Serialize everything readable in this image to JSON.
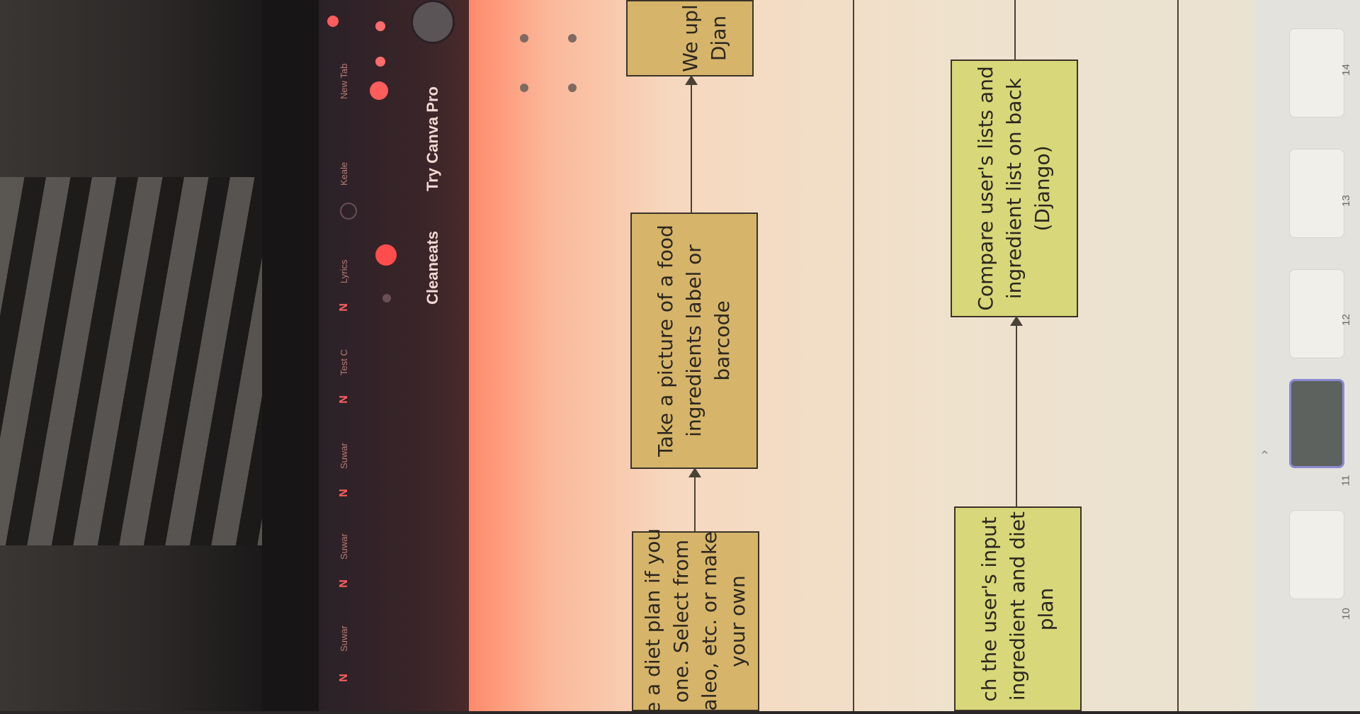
{
  "browser": {
    "tabs": [
      "Suwar",
      "Suwar",
      "Suwar",
      "Test C",
      "Lyrics",
      "Keale",
      "New Tab"
    ],
    "tab_prefix": "N"
  },
  "canva": {
    "project_name": "Cleaneats",
    "pro_button": "Try Canva Pro"
  },
  "diagram": {
    "row1": [
      "e a diet plan if you\none. Select from\naleo, etc. or make\nyour own",
      "Take a picture of a food\ningredients label or\nbarcode",
      "We upl\nDjan"
    ],
    "row2": [
      "ch the user's input\n ingredient and diet\nplan",
      "Compare user's lists and\ningredient list on back\n(Django)"
    ]
  },
  "pages": {
    "numbers": [
      "10",
      "11",
      "12",
      "13",
      "14"
    ],
    "active": "11"
  },
  "colors": {
    "box_tan": "#d6b56a",
    "box_green": "#d8d77a",
    "accent_red": "#ff5555"
  }
}
